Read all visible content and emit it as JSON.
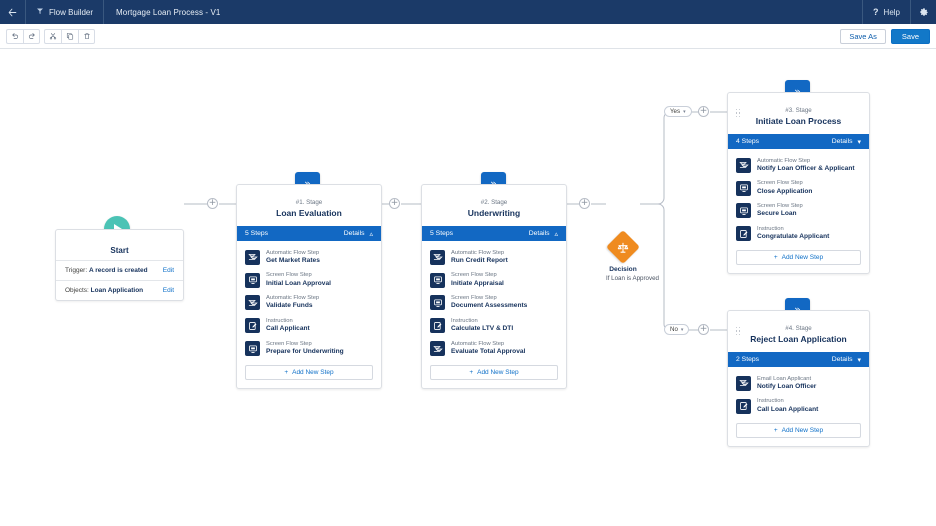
{
  "header": {
    "back_icon": "arrow-left-icon",
    "app_icon": "flow-icon",
    "app_name": "Flow Builder",
    "title": "Mortgage Loan Process - V1",
    "help_icon": "question-mark-icon",
    "help_label": "Help",
    "settings_icon": "gear-icon"
  },
  "toolbar": {
    "undo_icon": "undo-icon",
    "redo_icon": "redo-icon",
    "cut_icon": "cut-icon",
    "copy_icon": "copy-icon",
    "delete_icon": "trash-icon",
    "save_as_label": "Save As",
    "save_label": "Save"
  },
  "colors": {
    "header_bg": "#1b3a68",
    "accent_blue": "#1268c3",
    "link_blue": "#0f70c8",
    "start_teal": "#4bc3b5",
    "decision_orange": "#ef8b1f",
    "icon_navy": "#16325c"
  },
  "start": {
    "icon": "play-icon",
    "title": "Start",
    "rows": [
      {
        "label": "Trigger:",
        "value": "A record is created",
        "edit_label": "Edit"
      },
      {
        "label": "Objects:",
        "value": "Loan Application",
        "edit_label": "Edit"
      }
    ]
  },
  "decision": {
    "icon": "decision-scales-icon",
    "title": "Decision",
    "subtitle": "If Loan is Approved",
    "branches": [
      {
        "label": "Yes",
        "caret": "chevron-down-icon"
      },
      {
        "label": "No",
        "caret": "chevron-down-icon"
      }
    ]
  },
  "connector": {
    "add_icon": "plus-icon"
  },
  "stages": [
    {
      "badge_icon": "double-chevron-icon",
      "number": "#1. Stage",
      "name": "Loan Evaluation",
      "steps_count_label": "5 Steps",
      "details_label": "Details",
      "chevron": "chevron-up-icon",
      "expanded": true,
      "add_step_label": "Add New Step",
      "steps": [
        {
          "type": "Automatic Flow Step",
          "name": "Get Market Rates",
          "icon": "flow-icon"
        },
        {
          "type": "Screen Flow Step",
          "name": "Initial Loan Approval",
          "icon": "screen-icon"
        },
        {
          "type": "Automatic Flow Step",
          "name": "Validate Funds",
          "icon": "flow-icon"
        },
        {
          "type": "Instruction",
          "name": "Call Applicant",
          "icon": "instruction-icon"
        },
        {
          "type": "Screen Flow Step",
          "name": "Prepare for Underwriting",
          "icon": "screen-icon"
        }
      ]
    },
    {
      "badge_icon": "double-chevron-icon",
      "number": "#2. Stage",
      "name": "Underwriting",
      "steps_count_label": "5 Steps",
      "details_label": "Details",
      "chevron": "chevron-up-icon",
      "expanded": true,
      "add_step_label": "Add New Step",
      "steps": [
        {
          "type": "Automatic Flow Step",
          "name": "Run Credit Report",
          "icon": "flow-icon"
        },
        {
          "type": "Screen Flow Step",
          "name": "Initiate Appraisal",
          "icon": "screen-icon"
        },
        {
          "type": "Screen Flow Step",
          "name": "Document Assessments",
          "icon": "screen-icon"
        },
        {
          "type": "Instruction",
          "name": "Calculate LTV & DTI",
          "icon": "instruction-icon"
        },
        {
          "type": "Automatic Flow Step",
          "name": "Evaluate Total Approval",
          "icon": "flow-icon"
        }
      ]
    },
    {
      "badge_icon": "double-chevron-icon",
      "number": "#3. Stage",
      "name": "Initiate Loan Process",
      "steps_count_label": "4 Steps",
      "details_label": "Details",
      "chevron": "chevron-down-icon",
      "expanded": true,
      "add_step_label": "Add New Step",
      "steps": [
        {
          "type": "Automatic Flow Step",
          "name": "Notify Loan Officer & Applicant",
          "icon": "flow-icon"
        },
        {
          "type": "Screen Flow Step",
          "name": "Close Application",
          "icon": "screen-icon"
        },
        {
          "type": "Screen Flow Step",
          "name": "Secure Loan",
          "icon": "screen-icon"
        },
        {
          "type": "Instruction",
          "name": "Congratulate Applicant",
          "icon": "instruction-icon"
        }
      ]
    },
    {
      "badge_icon": "double-chevron-icon",
      "number": "#4. Stage",
      "name": "Reject Loan Application",
      "steps_count_label": "2 Steps",
      "details_label": "Details",
      "chevron": "chevron-down-icon",
      "expanded": true,
      "add_step_label": "Add New Step",
      "steps": [
        {
          "type": "Email Loan Applicant",
          "name": "Notify Loan Officer",
          "icon": "flow-icon"
        },
        {
          "type": "Instruction",
          "name": "Call Loan Applicant",
          "icon": "instruction-icon"
        }
      ]
    }
  ]
}
